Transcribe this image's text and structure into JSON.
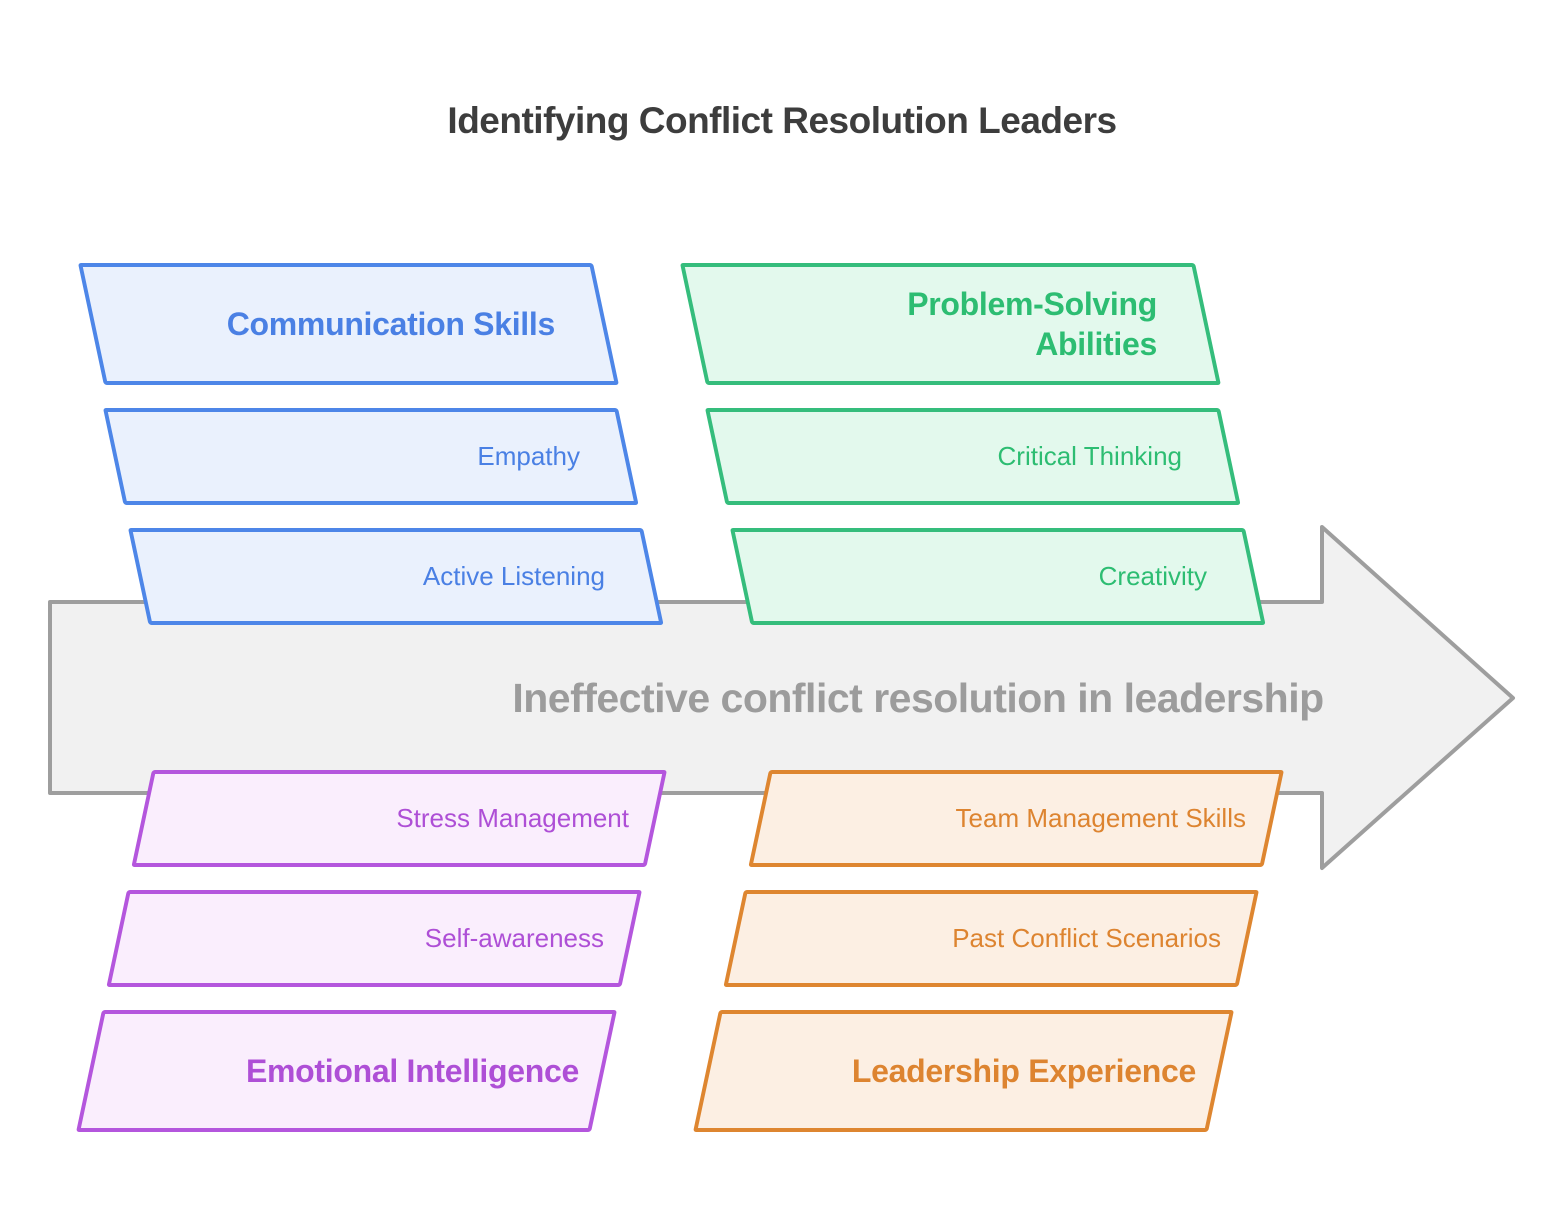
{
  "title": "Identifying Conflict Resolution Leaders",
  "title_color": "#3d3d3d",
  "arrow": {
    "label": "Ineffective conflict resolution in leadership",
    "fill": "#f1f1f1",
    "border": "#9e9e9e",
    "text_color": "#9c9c9c"
  },
  "quadrants": [
    {
      "id": "top-left",
      "header": "Communication Skills",
      "items": [
        "Empathy",
        "Active Listening"
      ],
      "border": "#4d86e8",
      "fill": "#eaf1fd",
      "text": "#4a80e4"
    },
    {
      "id": "top-right",
      "header": "Problem-Solving Abilities",
      "items": [
        "Critical Thinking",
        "Creativity"
      ],
      "border": "#35bd7c",
      "fill": "#e3f9ed",
      "text": "#2dbd72"
    },
    {
      "id": "bottom-left",
      "header": "Emotional Intelligence",
      "items": [
        "Stress Management",
        "Self-awareness"
      ],
      "border": "#b456dd",
      "fill": "#faeefd",
      "text": "#ae4fd6"
    },
    {
      "id": "bottom-right",
      "header": "Leadership Experience",
      "items": [
        "Team Management Skills",
        "Past Conflict Scenarios"
      ],
      "border": "#de8630",
      "fill": "#fcefe3",
      "text": "#dd8430"
    }
  ]
}
